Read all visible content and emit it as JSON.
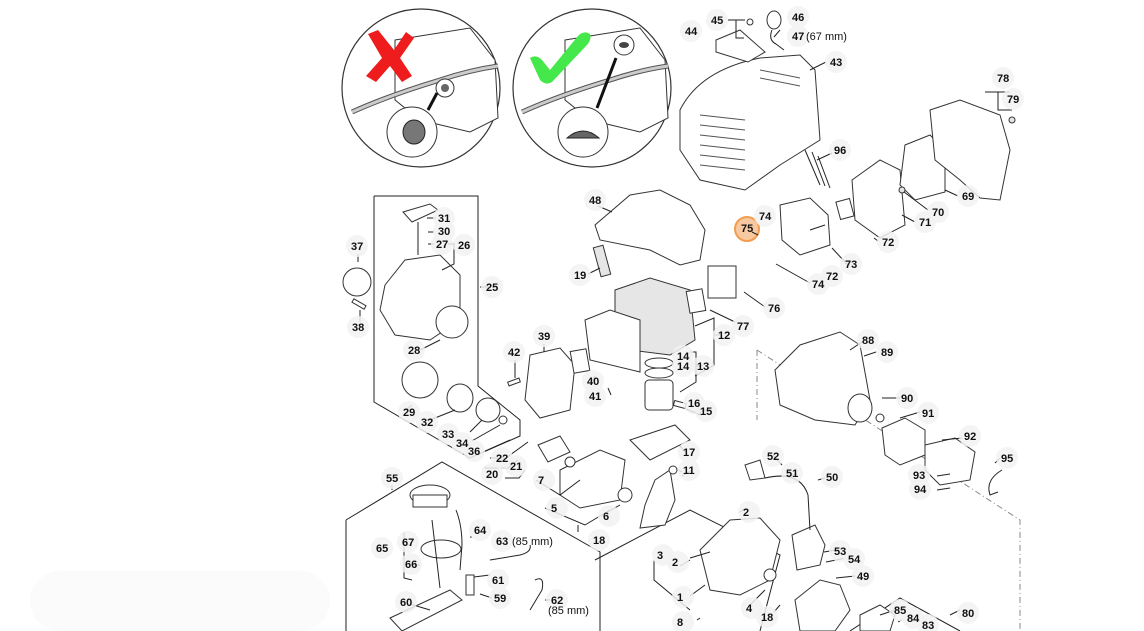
{
  "diagram": {
    "title": "Engine exploded parts diagram",
    "highlight_color": "#f39c4f",
    "highlight_fill": "#f8c9a0",
    "wrong_mark_color": "#ee1c1c",
    "right_mark_color": "#44e84a",
    "highlighted_part": "75",
    "insets": [
      {
        "id": "incorrect",
        "mark": "cross"
      },
      {
        "id": "correct",
        "mark": "check"
      }
    ],
    "labels": [
      {
        "id": "l1",
        "text": "1"
      },
      {
        "id": "l2a",
        "text": "2"
      },
      {
        "id": "l2b",
        "text": "2"
      },
      {
        "id": "l3",
        "text": "3"
      },
      {
        "id": "l4",
        "text": "4"
      },
      {
        "id": "l5",
        "text": "5"
      },
      {
        "id": "l6",
        "text": "6"
      },
      {
        "id": "l7",
        "text": "7"
      },
      {
        "id": "l8",
        "text": "8"
      },
      {
        "id": "l11",
        "text": "11"
      },
      {
        "id": "l12",
        "text": "12"
      },
      {
        "id": "l13",
        "text": "13"
      },
      {
        "id": "l14a",
        "text": "14"
      },
      {
        "id": "l14b",
        "text": "14"
      },
      {
        "id": "l15",
        "text": "15"
      },
      {
        "id": "l16",
        "text": "16"
      },
      {
        "id": "l17",
        "text": "17"
      },
      {
        "id": "l18a",
        "text": "18"
      },
      {
        "id": "l18b",
        "text": "18"
      },
      {
        "id": "l19",
        "text": "19"
      },
      {
        "id": "l20",
        "text": "20"
      },
      {
        "id": "l21",
        "text": "21"
      },
      {
        "id": "l22",
        "text": "22"
      },
      {
        "id": "l25",
        "text": "25"
      },
      {
        "id": "l26",
        "text": "26"
      },
      {
        "id": "l27",
        "text": "27"
      },
      {
        "id": "l28",
        "text": "28"
      },
      {
        "id": "l29",
        "text": "29"
      },
      {
        "id": "l30",
        "text": "30"
      },
      {
        "id": "l31",
        "text": "31"
      },
      {
        "id": "l32",
        "text": "32"
      },
      {
        "id": "l33",
        "text": "33"
      },
      {
        "id": "l34",
        "text": "34"
      },
      {
        "id": "l36",
        "text": "36"
      },
      {
        "id": "l37",
        "text": "37"
      },
      {
        "id": "l38",
        "text": "38"
      },
      {
        "id": "l39",
        "text": "39"
      },
      {
        "id": "l40",
        "text": "40"
      },
      {
        "id": "l41",
        "text": "41"
      },
      {
        "id": "l42",
        "text": "42"
      },
      {
        "id": "l43",
        "text": "43"
      },
      {
        "id": "l44",
        "text": "44"
      },
      {
        "id": "l45",
        "text": "45"
      },
      {
        "id": "l46",
        "text": "46"
      },
      {
        "id": "l47",
        "text": "47"
      },
      {
        "id": "l48",
        "text": "48"
      },
      {
        "id": "l49",
        "text": "49"
      },
      {
        "id": "l50",
        "text": "50"
      },
      {
        "id": "l51",
        "text": "51"
      },
      {
        "id": "l52",
        "text": "52"
      },
      {
        "id": "l53",
        "text": "53"
      },
      {
        "id": "l54",
        "text": "54"
      },
      {
        "id": "l55",
        "text": "55"
      },
      {
        "id": "l59",
        "text": "59"
      },
      {
        "id": "l60",
        "text": "60"
      },
      {
        "id": "l61",
        "text": "61"
      },
      {
        "id": "l62",
        "text": "62"
      },
      {
        "id": "l63",
        "text": "63"
      },
      {
        "id": "l64",
        "text": "64"
      },
      {
        "id": "l65",
        "text": "65"
      },
      {
        "id": "l66",
        "text": "66"
      },
      {
        "id": "l67",
        "text": "67"
      },
      {
        "id": "l69",
        "text": "69"
      },
      {
        "id": "l70",
        "text": "70"
      },
      {
        "id": "l71",
        "text": "71"
      },
      {
        "id": "l72a",
        "text": "72"
      },
      {
        "id": "l72b",
        "text": "72"
      },
      {
        "id": "l73",
        "text": "73"
      },
      {
        "id": "l74a",
        "text": "74"
      },
      {
        "id": "l74b",
        "text": "74"
      },
      {
        "id": "l75",
        "text": "75"
      },
      {
        "id": "l76",
        "text": "76"
      },
      {
        "id": "l77",
        "text": "77"
      },
      {
        "id": "l78",
        "text": "78"
      },
      {
        "id": "l79",
        "text": "79"
      },
      {
        "id": "l80",
        "text": "80"
      },
      {
        "id": "l83",
        "text": "83"
      },
      {
        "id": "l84",
        "text": "84"
      },
      {
        "id": "l85",
        "text": "85"
      },
      {
        "id": "l88",
        "text": "88"
      },
      {
        "id": "l89",
        "text": "89"
      },
      {
        "id": "l90",
        "text": "90"
      },
      {
        "id": "l91",
        "text": "91"
      },
      {
        "id": "l92",
        "text": "92"
      },
      {
        "id": "l93",
        "text": "93"
      },
      {
        "id": "l94",
        "text": "94"
      },
      {
        "id": "l95",
        "text": "95"
      },
      {
        "id": "l96",
        "text": "96"
      }
    ],
    "dimensions": {
      "d47": "(67 mm)",
      "d63": "(85 mm)",
      "d62": "(85 mm)"
    }
  }
}
